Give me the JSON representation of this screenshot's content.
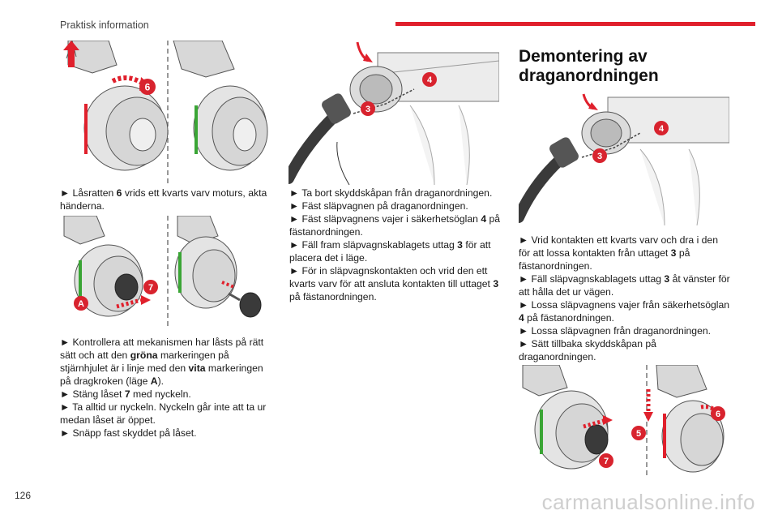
{
  "header": {
    "section": "Praktisk information"
  },
  "col1": {
    "para1": [
      {
        "t": "► Låsratten "
      },
      {
        "t": "6",
        "b": true
      },
      {
        "t": " vrids ett kvarts varv moturs, akta händerna."
      }
    ],
    "para2": [
      [
        {
          "t": "► Kontrollera att mekanismen har låsts på rätt sätt och att den "
        },
        {
          "t": "gröna",
          "b": true
        },
        {
          "t": " markeringen på stjärnhjulet är i linje med den "
        },
        {
          "t": "vita",
          "b": true
        },
        {
          "t": " markeringen på dragkroken (läge "
        },
        {
          "t": "A",
          "b": true
        },
        {
          "t": ")."
        }
      ],
      [
        {
          "t": "► Stäng låset "
        },
        {
          "t": "7",
          "b": true
        },
        {
          "t": " med nyckeln."
        }
      ],
      [
        {
          "t": "► Ta alltid ur nyckeln. Nyckeln går inte att ta ur medan låset är öppet."
        }
      ],
      [
        {
          "t": "► Snäpp fast skyddet på låset."
        }
      ]
    ]
  },
  "col2": {
    "items": [
      [
        {
          "t": "► Ta bort skyddskåpan från draganordningen."
        }
      ],
      [
        {
          "t": "► Fäst släpvagnen på draganordningen."
        }
      ],
      [
        {
          "t": "► Fäst släpvagnens vajer i säkerhetsöglan "
        },
        {
          "t": "4",
          "b": true
        },
        {
          "t": " på fästanordningen."
        }
      ],
      [
        {
          "t": "► Fäll fram släpvagnskablagets uttag "
        },
        {
          "t": "3",
          "b": true
        },
        {
          "t": " för att placera det i läge."
        }
      ],
      [
        {
          "t": "► För in släpvagnskontakten och vrid den ett kvarts varv för att ansluta kontakten till uttaget "
        },
        {
          "t": "3",
          "b": true
        },
        {
          "t": " på fästanordningen."
        }
      ]
    ]
  },
  "col3": {
    "title": "Demontering av draganordningen",
    "items": [
      [
        {
          "t": "► Vrid kontakten ett kvarts varv och dra i den för att lossa kontakten från uttaget "
        },
        {
          "t": "3",
          "b": true
        },
        {
          "t": " på fästanordningen."
        }
      ],
      [
        {
          "t": "► Fäll släpvagnskablagets uttag "
        },
        {
          "t": "3",
          "b": true
        },
        {
          "t": " åt vänster för att hålla det ur vägen."
        }
      ],
      [
        {
          "t": "► Lossa släpvagnens vajer från säkerhetsöglan "
        },
        {
          "t": "4",
          "b": true
        },
        {
          "t": " på fästanordningen."
        }
      ],
      [
        {
          "t": "► Lossa släpvagnen från draganordningen."
        }
      ],
      [
        {
          "t": "► Sätt tillbaka skyddskåpan på draganordningen."
        }
      ]
    ]
  },
  "callouts": {
    "fig1": "6",
    "fig2a": "7",
    "fig2b": "A",
    "fig3a": "4",
    "fig3b": "3",
    "fig4a": "4",
    "fig4b": "3",
    "fig5a": "5",
    "fig5b": "6",
    "fig5c": "7"
  },
  "footer": {
    "page_number": "126",
    "watermark": "carmanualsonline.info"
  },
  "colors": {
    "accent_red": "#e0202c",
    "marker_green": "#3aa535",
    "callout_red": "#d8232e"
  }
}
